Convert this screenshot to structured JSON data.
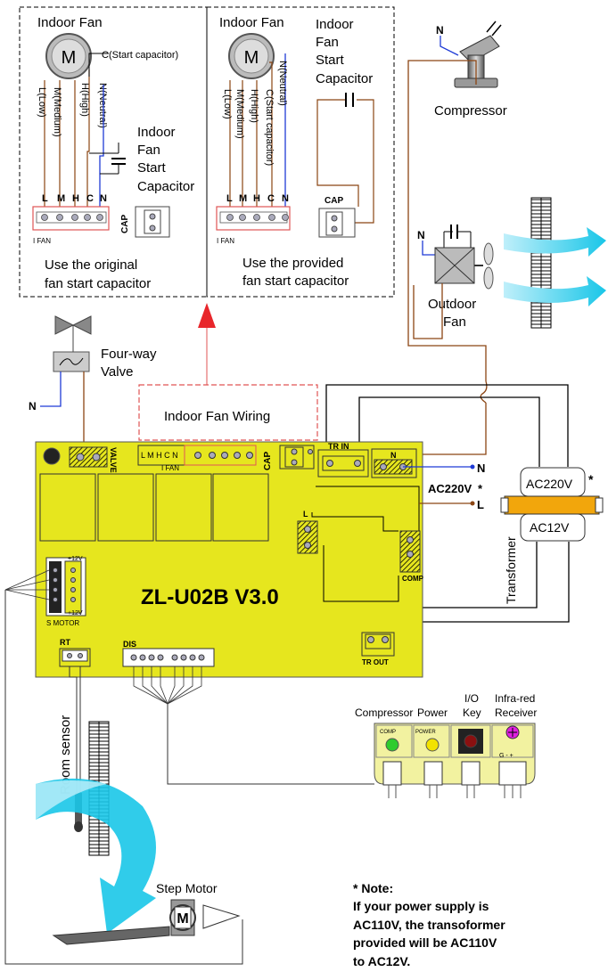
{
  "panel_left": {
    "fan_title": "Indoor Fan",
    "motor_symbol": "M",
    "cap_wire": "C(Start capacitor)",
    "wire_low": "L(Low)",
    "wire_medium": "M(Medium)",
    "wire_high": "H(High)",
    "wire_neutral": "N(Neutral)",
    "cap_label_1": "Indoor",
    "cap_label_2": "Fan",
    "cap_label_3": "Start",
    "cap_label_4": "Capacitor",
    "pins": [
      "L",
      "M",
      "H",
      "C",
      "N"
    ],
    "connector_label": "I FAN",
    "cap_header": "CAP",
    "caption_1": "Use the original",
    "caption_2": "fan start capacitor"
  },
  "panel_right": {
    "fan_title": "Indoor Fan",
    "motor_symbol": "M",
    "wire_low": "L(Low)",
    "wire_medium": "M(Medium)",
    "wire_high": "H(High)",
    "wire_cap": "C(Start capacitor)",
    "wire_neutral": "N(Neutral)",
    "cap_label_1": "Indoor",
    "cap_label_2": "Fan",
    "cap_label_3": "Start",
    "cap_label_4": "Capacitor",
    "pins": [
      "L",
      "M",
      "H",
      "C",
      "N"
    ],
    "connector_label": "I FAN",
    "cap_header": "CAP",
    "caption_1": "Use the provided",
    "caption_2": "fan start capacitor"
  },
  "compressor": {
    "label": "Compressor",
    "neutral": "N"
  },
  "outdoor_fan": {
    "label_1": "Outdoor",
    "label_2": "Fan",
    "neutral": "N"
  },
  "four_way_valve": {
    "label_1": "Four-way",
    "label_2": "Valve",
    "neutral": "N"
  },
  "indoor_fan_wiring": "Indoor Fan Wiring",
  "board": {
    "model": "ZL-U02B  V3.0",
    "valve": "VALVE",
    "ifan": "I FAN",
    "ifan_pins": "L M H C N",
    "cap": "CAP",
    "tr_in": "TR  IN",
    "n": "N",
    "l": "L",
    "comp": "COMP",
    "tr_out": "TR  OUT",
    "rt": "RT",
    "dis": "DIS",
    "s_motor": "S MOTOR",
    "plus12v": "+12V"
  },
  "power": {
    "n": "N",
    "l": "L",
    "ac220v": "AC220V",
    "asterisk": "*"
  },
  "transformer": {
    "top": "AC220V",
    "bottom": "AC12V",
    "asterisk": "*",
    "label": "Transformer"
  },
  "display": {
    "compressor": "Compressor",
    "power": "Power",
    "io_1": "I/O",
    "io_2": "Key",
    "ir_1": "Infra-red",
    "ir_2": "Receiver",
    "comp_led": "COMP",
    "power_led": "POWER",
    "ir_pins": "G  -  +"
  },
  "room_sensor": "Room sensor",
  "step_motor": {
    "label": "Step Motor",
    "symbol": "M"
  },
  "note": {
    "line1": "* Note:",
    "line2": "If your power supply is",
    "line3": "AC110V, the transoformer",
    "line4": "provided will be AC110V",
    "line5": "to AC12V."
  },
  "colors": {
    "board": "#e6e61e",
    "wire_brown": "#8b4513",
    "wire_blue": "#1f3bd6",
    "arrow_red": "#e8262b",
    "air_cyan": "#19c6e8",
    "led_green": "#2ecc2e",
    "led_yellow": "#f2e200",
    "led_magenta": "#e020e0",
    "transformer_core": "#f2a60c",
    "dashed_red": "#e05555"
  }
}
